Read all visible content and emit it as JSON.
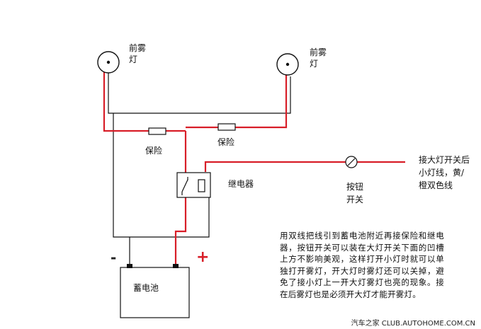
{
  "colors": {
    "wire_positive": "#d81e28",
    "wire_ground": "#111111",
    "component_stroke": "#111111"
  },
  "labels": {
    "fog_lamp_left": "前雾灯",
    "fog_lamp_right": "前雾灯",
    "fuse_left": "保险",
    "fuse_right": "保险",
    "relay": "继电器",
    "switch": "按钮开关",
    "headlight_wire": "接大灯开关后小灯线，黄/橙双色线",
    "battery": "蓄电池",
    "negative": "-",
    "positive": "+"
  },
  "note": "用双线把线引到蓄电池附近再接保险和继电器，按钮开关可以装在大灯开关下面的凹槽上方不影响美观，这样打开小灯时就可以单独打开雾灯，开大灯时雾灯还可以关掉，避免了接小灯上一开大灯雾灯也亮的现象。接在后雾灯也是必须开大灯才能开雾灯。",
  "watermark": "汽车之家 CLUB.AUTOHOME.COM.CN"
}
